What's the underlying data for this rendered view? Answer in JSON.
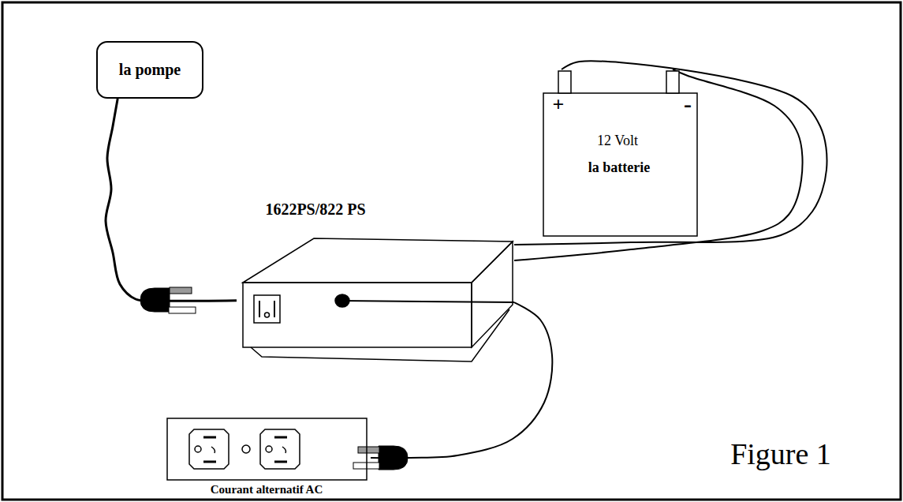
{
  "diagram": {
    "nodes": [
      {
        "text": [
          "la pompe"
        ]
      },
      {
        "text": [
          "+",
          "-",
          "12 Volt",
          "la batterie"
        ]
      },
      {
        "text": [
          "1622PS/822 PS"
        ]
      },
      {
        "text": [
          "Courant alternatif AC"
        ]
      }
    ],
    "edges": [
      {
        "from": 0,
        "to": 2,
        "arrow": "none"
      },
      {
        "from": 1,
        "to": 2,
        "arrow": "none"
      },
      {
        "from": 1,
        "to": 2,
        "arrow": "none"
      },
      {
        "from": 2,
        "to": 3,
        "arrow": "none"
      }
    ],
    "labels": [
      "Figure 1"
    ]
  }
}
